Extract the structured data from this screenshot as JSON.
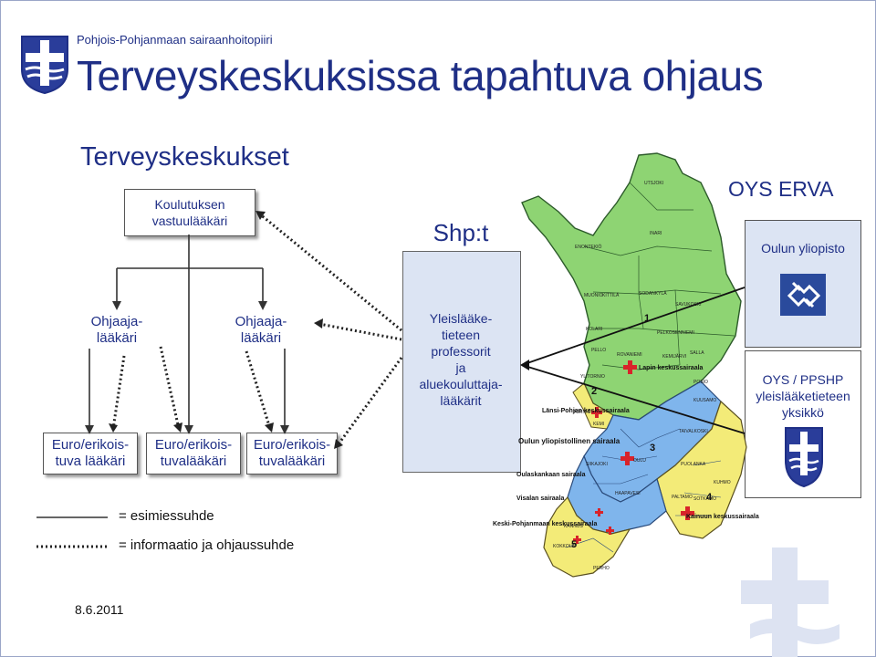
{
  "header": {
    "organization": "Pohjois-Pohjanmaan sairaanhoitopiiri",
    "title": "Terveyskeskuksissa tapahtuva ohjaus"
  },
  "left_diagram": {
    "section_title": "Terveyskeskukset",
    "top_box": "Koulutuksen vastuulääkäri",
    "mid_left": "Ohjaaja-\nlääkäri",
    "mid_right": "Ohjaaja-\nlääkäri",
    "bottom_left": "Euro/erikois-\ntuva lääkäri",
    "bottom_mid": "Euro/erikois-\ntuvalääkäri",
    "bottom_right": "Euro/erikois-\ntuvalääkäri"
  },
  "shp": {
    "label": "Shp:t",
    "text": "Yleislääke-\ntieteen\nprofessorit\nja\naluekouluttaja-\nlääkärit"
  },
  "right": {
    "erva": "OYS ERVA",
    "university": "Oulun yliopisto",
    "unit": "OYS / PPSHP\nyleislääketieteen\nyksikkö"
  },
  "map": {
    "hospitals": [
      "Lapin keskussairaala",
      "Länsi-Pohjan keskussairaala",
      "Oulun yliopistollinen sairaala",
      "Oulaskankaan sairaala",
      "Visalan sairaala",
      "Keski-Pohjanmaan keskussairaala",
      "Kainuun keskussairaala"
    ],
    "region_numbers": [
      "1",
      "2",
      "3",
      "4",
      "5"
    ],
    "municipalities": [
      "UTSJOKI",
      "INARI",
      "ENONTEKIÖ",
      "KITTILÄ",
      "SODANKYLÄ",
      "MUONIO",
      "SAVUKOSKI",
      "KOLARI",
      "PELKOSENNIEMI",
      "PELLO",
      "KEMIJÄRVI",
      "SALLA",
      "ROVANIEMI",
      "YLITORNIO",
      "POSIO",
      "KEMI",
      "TORNIO",
      "KUUSAMO",
      "TAIVALKOSKI",
      "OULU",
      "KUHMO",
      "SOTKAMO",
      "PALTAMO",
      "PUOLANKA",
      "HAAPAVESI",
      "SIIKAJOKI",
      "KOKKOLA",
      "KANNUS",
      "PERHO"
    ]
  },
  "legend": {
    "solid": "= esimiessuhde",
    "dotted": "= informaatio ja ohjaussuhde"
  },
  "footer": {
    "date": "8.6.2011"
  },
  "colors": {
    "title_blue": "#1f2f86",
    "lapland_green": "#8ed473",
    "region_blue": "#7fb5ec",
    "region_yellow": "#f3eb78",
    "shp_bg": "#dce4f3"
  }
}
